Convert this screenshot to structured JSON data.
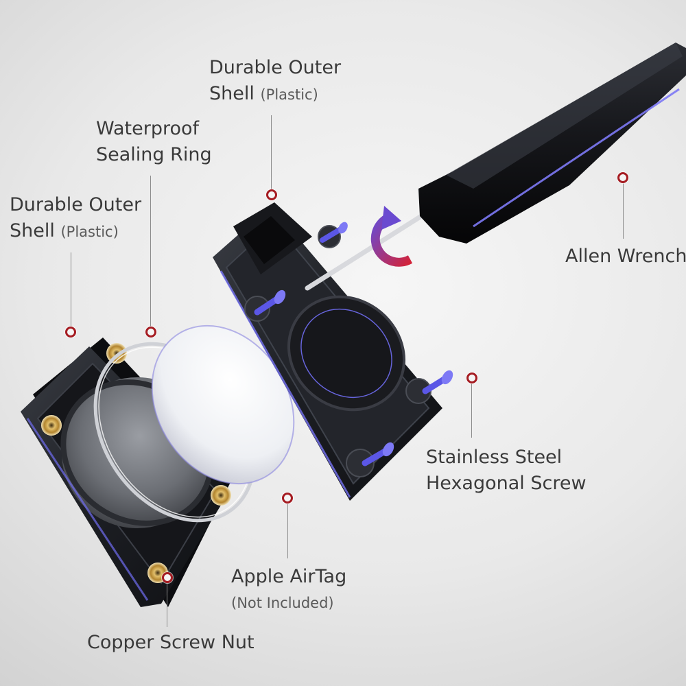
{
  "labels": {
    "outer_shell_top": {
      "line1": "Durable Outer",
      "line2_main": "Shell",
      "line2_sub": "(Plastic)"
    },
    "sealing_ring": {
      "line1": "Waterproof",
      "line2": "Sealing Ring"
    },
    "outer_shell_left": {
      "line1": "Durable Outer",
      "line2_main": "Shell",
      "line2_sub": "(Plastic)"
    },
    "allen_wrench": {
      "line1": "Allen Wrench"
    },
    "hex_screw": {
      "line1": "Stainless Steel",
      "line2": "Hexagonal Screw"
    },
    "airtag": {
      "line1": "Apple AirTag",
      "line2": "(Not Included)"
    },
    "screw_nut": {
      "line1": "Copper Screw Nut"
    }
  },
  "colors": {
    "marker": "#a51c22",
    "leader": "#8c8c8c",
    "shell": "#1f2126",
    "accent_glow": "#6f6cf0",
    "screw": "#5b57e6",
    "brass": "#c99a3c"
  },
  "icons": {
    "rotate": "rotate-arrow-icon"
  }
}
